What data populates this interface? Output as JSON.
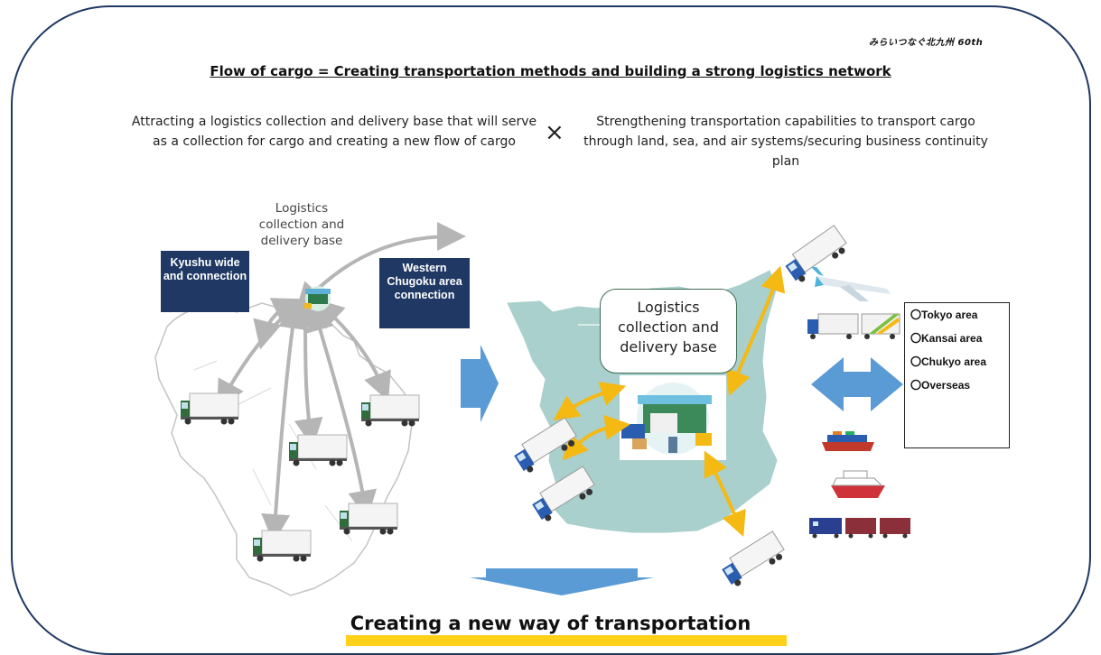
{
  "brand_logo": "みらいつなぐ北九州 60th",
  "title": "Flow of cargo = Creating transportation methods and building a strong logistics network",
  "left_text": "Attracting a logistics collection and delivery base that will serve as a collection for cargo and creating a new flow of cargo",
  "times_symbol": "×",
  "right_text": "Strengthening transportation capabilities to transport cargo through land, sea, and air systems/securing business continuity plan",
  "left_diagram": {
    "base_label": "Logistics collection and delivery base",
    "kyushu_label": "Kyushu wide and connection",
    "chugoku_label": "Western Chugoku area connection"
  },
  "right_diagram": {
    "base_label": "Logistics collection and delivery base"
  },
  "destinations": [
    "〇Tokyo area",
    "〇Kansai area",
    "〇Chukyo area",
    "〇Overseas"
  ],
  "bottom_text": "Creating a new way of transportation",
  "colors": {
    "navy": "#1f3864",
    "map_teal": "#a9d0cc",
    "arrow_blue": "#5b9bd5",
    "arrow_gold": "#f5b914",
    "highlight": "#ffd11a"
  },
  "icons": [
    "truck-icon",
    "airplane-icon",
    "container-ship-icon",
    "ferry-icon",
    "freight-train-icon",
    "warehouse-icon"
  ]
}
